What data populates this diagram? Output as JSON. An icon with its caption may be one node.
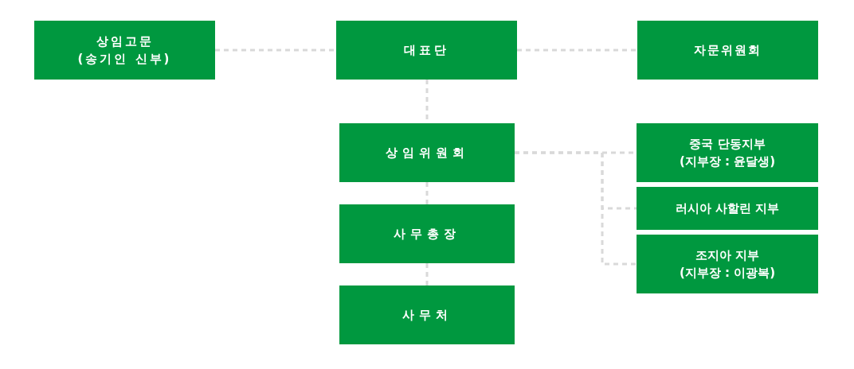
{
  "diagram": {
    "nodes": [
      {
        "text": [
          "상임고문",
          "(송기인 신부)"
        ]
      },
      {
        "text": [
          "대표단"
        ]
      },
      {
        "text": [
          "자문위원회"
        ]
      },
      {
        "text": [
          "상임위원회"
        ]
      },
      {
        "text": [
          "사무총장"
        ]
      },
      {
        "text": [
          "사무처"
        ]
      },
      {
        "text": [
          "중국 단동지부",
          "(지부장 : 윤달생)"
        ]
      },
      {
        "text": [
          "러시아 사할린 지부"
        ]
      },
      {
        "text": [
          "조지아 지부",
          "(지부장 : 이광복)"
        ]
      }
    ],
    "edges": [
      {
        "from": 0,
        "to": 1,
        "arrow": "none",
        "style": "dashed"
      },
      {
        "from": 1,
        "to": 2,
        "arrow": "none",
        "style": "dashed"
      },
      {
        "from": 1,
        "to": 3,
        "arrow": "none",
        "style": "dashed"
      },
      {
        "from": 3,
        "to": 4,
        "arrow": "none",
        "style": "dashed"
      },
      {
        "from": 4,
        "to": 5,
        "arrow": "none",
        "style": "dashed"
      },
      {
        "from": 3,
        "to": 6,
        "arrow": "none",
        "style": "dashed"
      },
      {
        "from": 3,
        "to": 7,
        "arrow": "none",
        "style": "dashed"
      },
      {
        "from": 3,
        "to": 8,
        "arrow": "none",
        "style": "dashed"
      }
    ]
  }
}
